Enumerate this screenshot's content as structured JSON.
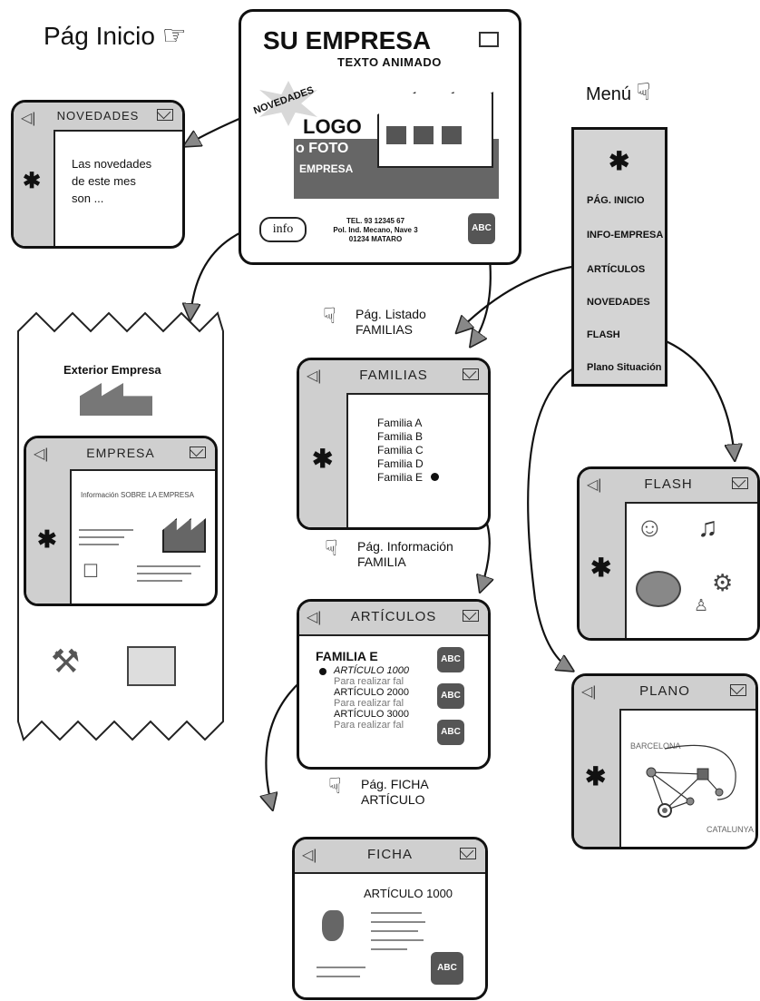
{
  "home": {
    "label": "Pág Inicio",
    "company": "SU EMPRESA",
    "animated": "TEXTO ANIMADO",
    "badge": "NOVEDADES",
    "logo": "LOGO",
    "photo": "o FOTO",
    "empresa": "EMPRESA",
    "info": "info",
    "address": [
      "TEL. 93 12345 67",
      "Pol. Ind. Mecano, Nave 3",
      "01234 MATARO"
    ],
    "can": "ABC"
  },
  "menu": {
    "label": "Menú",
    "items": [
      "PÁG. INICIO",
      "INFO-EMPRESA",
      "ARTÍCULOS",
      "NOVEDADES",
      "FLASH",
      "Plano Situación"
    ]
  },
  "novedades": {
    "title": "NOVEDADES",
    "text": [
      "Las novedades",
      "de este mes",
      "son ..."
    ]
  },
  "exterior": {
    "label": "Exterior Empresa"
  },
  "empresa": {
    "title": "EMPRESA",
    "info": "Información SOBRE LA EMPRESA"
  },
  "familias": {
    "caption": [
      "Pág. Listado",
      "FAMILIAS"
    ],
    "title": "FAMILIAS",
    "items": [
      "Familia A",
      "Familia B",
      "Familia C",
      "Familia D",
      "Familia E"
    ]
  },
  "articulos": {
    "caption": [
      "Pág. Información",
      "FAMILIA"
    ],
    "title": "ARTÍCULOS",
    "family": "FAMILIA E",
    "items": [
      {
        "name": "ARTÍCULO 1000",
        "desc": "Para realizar fal"
      },
      {
        "name": "ARTÍCULO 2000",
        "desc": "Para realizar fal"
      },
      {
        "name": "ARTÍCULO 3000",
        "desc": "Para realizar fal"
      }
    ]
  },
  "ficha": {
    "caption": [
      "Pág. FICHA",
      "ARTÍCULO"
    ],
    "title": "FICHA",
    "item": "ARTÍCULO 1000"
  },
  "flash": {
    "title": "FLASH"
  },
  "plano": {
    "title": "PLANO",
    "city": "BARCELONA",
    "region": "CATALUNYA"
  }
}
